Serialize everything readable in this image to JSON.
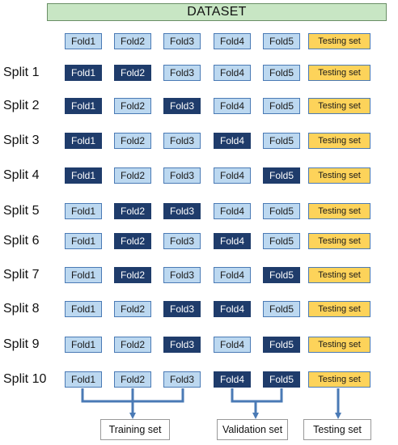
{
  "title": "DATASET",
  "header_row": [
    "Fold1",
    "Fold2",
    "Fold3",
    "Fold4",
    "Fold5",
    "Testing set"
  ],
  "splits": [
    {
      "label": "Split 1",
      "dark": [
        1,
        2
      ]
    },
    {
      "label": "Split 2",
      "dark": [
        1,
        3
      ]
    },
    {
      "label": "Split 3",
      "dark": [
        1,
        4
      ]
    },
    {
      "label": "Split 4",
      "dark": [
        1,
        5
      ]
    },
    {
      "label": "Split 5",
      "dark": [
        2,
        3
      ]
    },
    {
      "label": "Split 6",
      "dark": [
        2,
        4
      ]
    },
    {
      "label": "Split 7",
      "dark": [
        2,
        5
      ]
    },
    {
      "label": "Split 8",
      "dark": [
        3,
        4
      ]
    },
    {
      "label": "Split 9",
      "dark": [
        3,
        5
      ]
    },
    {
      "label": "Split 10",
      "dark": [
        4,
        5
      ]
    }
  ],
  "legend": {
    "training": "Training set",
    "validation": "Validation set",
    "testing": "Testing set"
  },
  "colors": {
    "fold_light": "#bcd8f0",
    "fold_dark": "#1f3c6b",
    "testing": "#fdd35a",
    "banner": "#c8e6c4",
    "arrow": "#4a7ab5"
  }
}
